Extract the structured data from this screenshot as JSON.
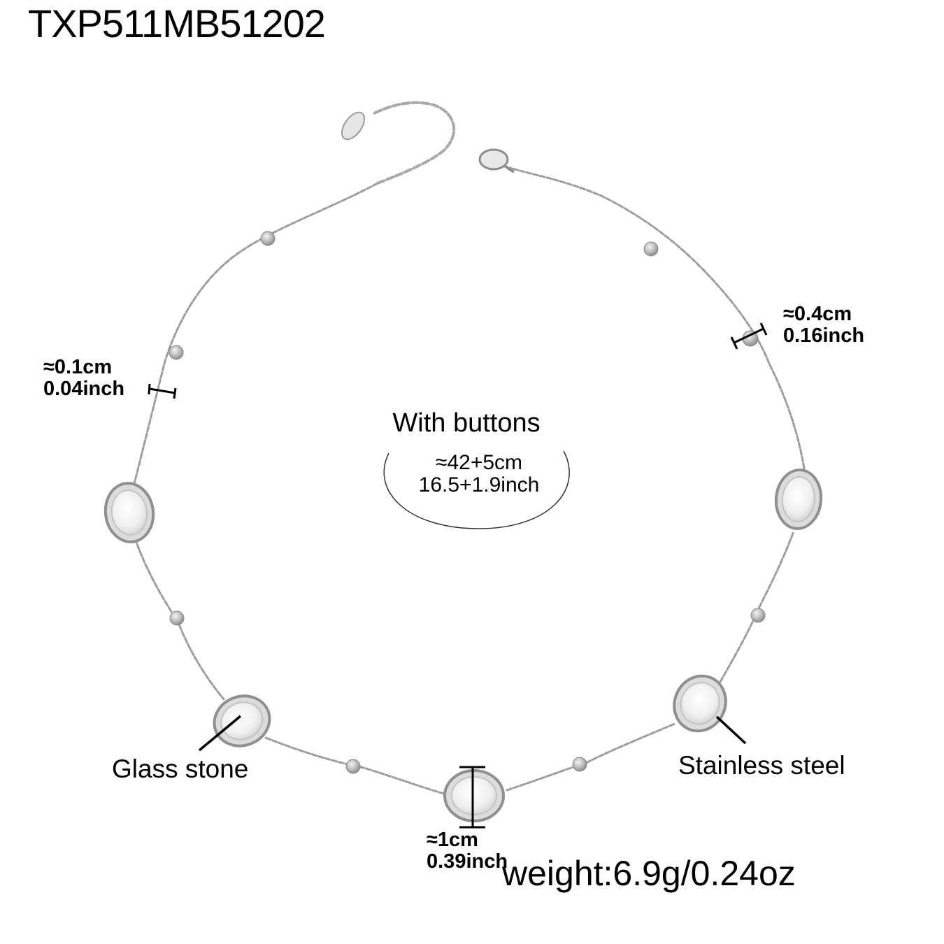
{
  "product": {
    "sku": "TXP511MB51202",
    "weight": "weight:6.9g/0.24oz"
  },
  "annotations": {
    "chain_width": {
      "cm": "≈0.1cm",
      "inch": "0.04inch"
    },
    "bead_size": {
      "cm": "≈0.4cm",
      "inch": "0.16inch"
    },
    "stone_size": {
      "cm": "≈1cm",
      "inch": "0.39inch"
    },
    "length": {
      "title": "With buttons",
      "cm": "≈42+5cm",
      "inch": "16.5+1.9inch"
    },
    "material_left": "Glass stone",
    "material_right": "Stainless steel"
  },
  "colors": {
    "text": "#000000",
    "metal": "#b8b8b8",
    "metal_dark": "#8a8a8a",
    "stone": "#f2f2f2",
    "background": "#ffffff"
  },
  "icons": {
    "clasp": "lobster-clasp-icon",
    "tag": "extender-tag-icon"
  }
}
